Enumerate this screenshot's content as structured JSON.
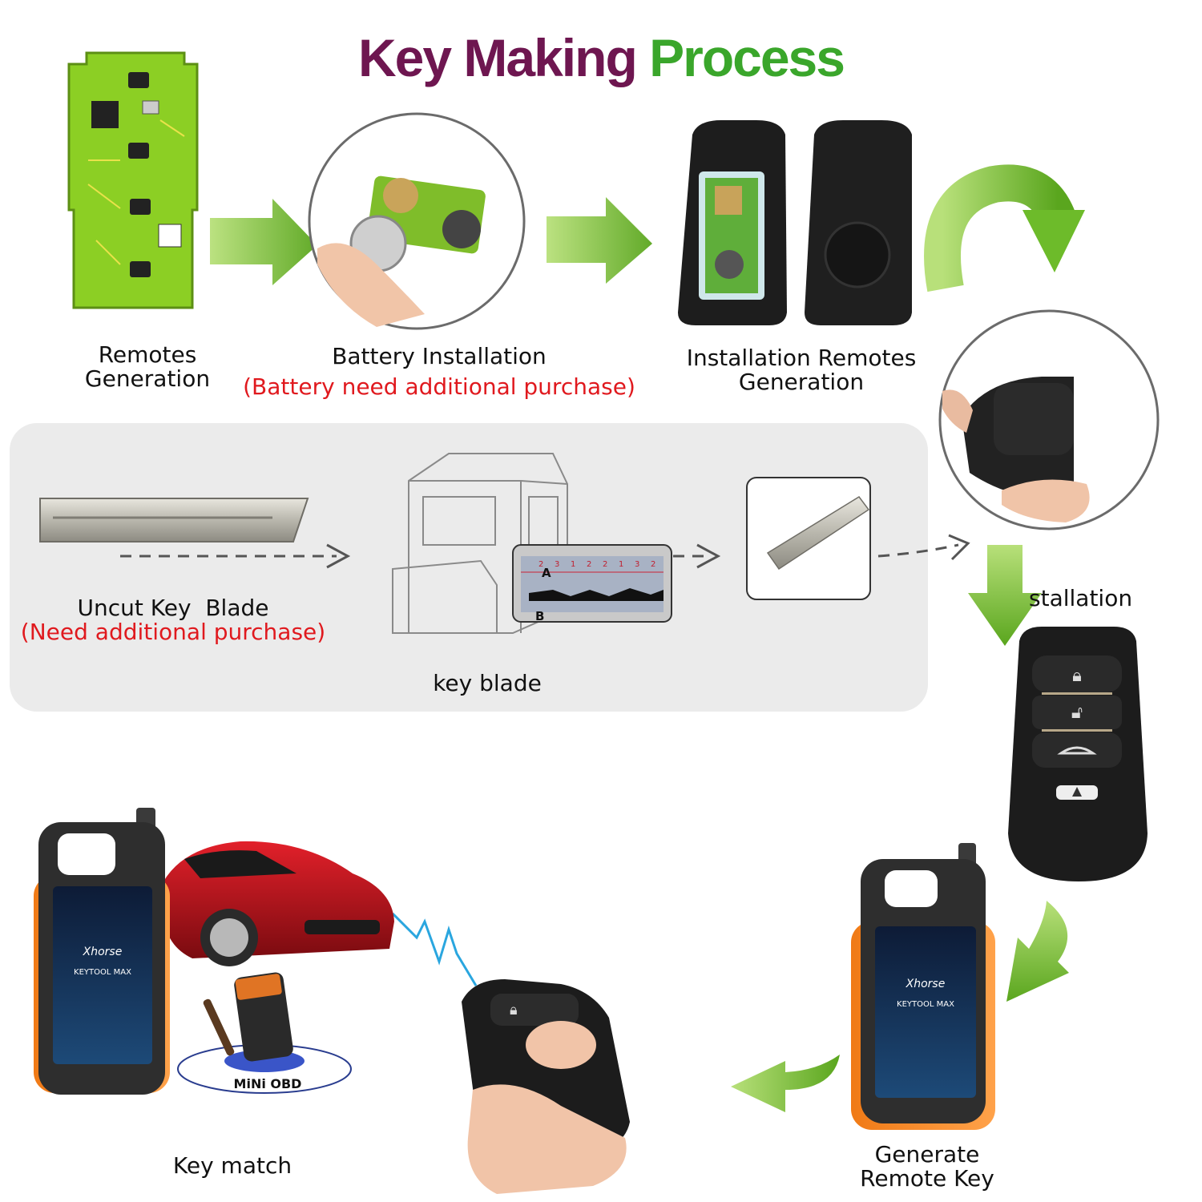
{
  "title": {
    "part1": "Key Making Process",
    "part1_a": "Key Making",
    "part1_b": "Process"
  },
  "steps": {
    "remotes_generation": {
      "line1": "Remotes",
      "line2": "Generation"
    },
    "battery_installation": {
      "label": "Battery Installation",
      "note": "(Battery need additional purchase)"
    },
    "installation_remotes_generation": {
      "line1": "Installation Remotes",
      "line2": "Generation"
    },
    "installation": {
      "label": "stallation"
    },
    "uncut_key_blade": {
      "label": "Uncut Key  Blade",
      "note": "(Need additional purchase)"
    },
    "key_blade": {
      "label": "key blade"
    },
    "generate_remote_key": {
      "line1": "Generate",
      "line2": "Remote Key"
    },
    "key_match": {
      "label": "Key match"
    }
  },
  "device": {
    "brand": "Xhorse",
    "model": "KEYTOOL MAX"
  },
  "obd": {
    "label": "MiNi OBD"
  },
  "blade_chart": {
    "row_a": "A",
    "row_b": "B",
    "cuts": [
      "2",
      "3",
      "1",
      "2",
      "2",
      "1",
      "3",
      "2"
    ]
  },
  "colors": {
    "title_dark": "#6e1650",
    "title_green": "#3aa62b",
    "arrow_green": "#6dbb2a",
    "note_red": "#e0191e",
    "panel_gray": "#ebebeb"
  }
}
